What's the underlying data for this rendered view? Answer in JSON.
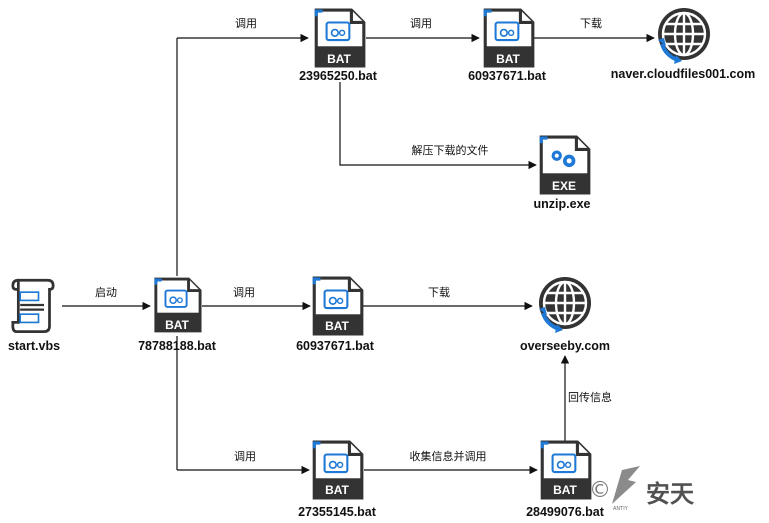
{
  "nodes": {
    "start_vbs": "start.vbs",
    "main_bat": "78788188.bat",
    "bat_23965250": "23965250.bat",
    "bat_60937671_top": "60937671.bat",
    "naver_host": "naver.cloudfiles001.com",
    "unzip_exe": "unzip.exe",
    "bat_60937671_mid": "60937671.bat",
    "overseeby_host": "overseeby.com",
    "bat_27355145": "27355145.bat",
    "bat_28499076": "28499076.bat"
  },
  "icons": {
    "bat_badge": "BAT",
    "exe_badge": "EXE"
  },
  "edges": {
    "start_to_main": "启动",
    "main_to_23965250": "调用",
    "b23965250_to_60937671": "调用",
    "b60937671_to_naver": "下载",
    "b23965250_to_unzip": "解压下载的文件",
    "main_to_60937671": "调用",
    "b60937671_to_overseeby": "下载",
    "main_to_27355145": "调用",
    "b27355145_to_28499076": "收集信息并调用",
    "b28499076_to_overseeby": "回传信息"
  },
  "watermark": {
    "copyright": "©",
    "brand": "安天",
    "brand_small": "ANTIY"
  },
  "colors": {
    "accent_blue": "#1e79d6",
    "dark_gray": "#333333"
  }
}
